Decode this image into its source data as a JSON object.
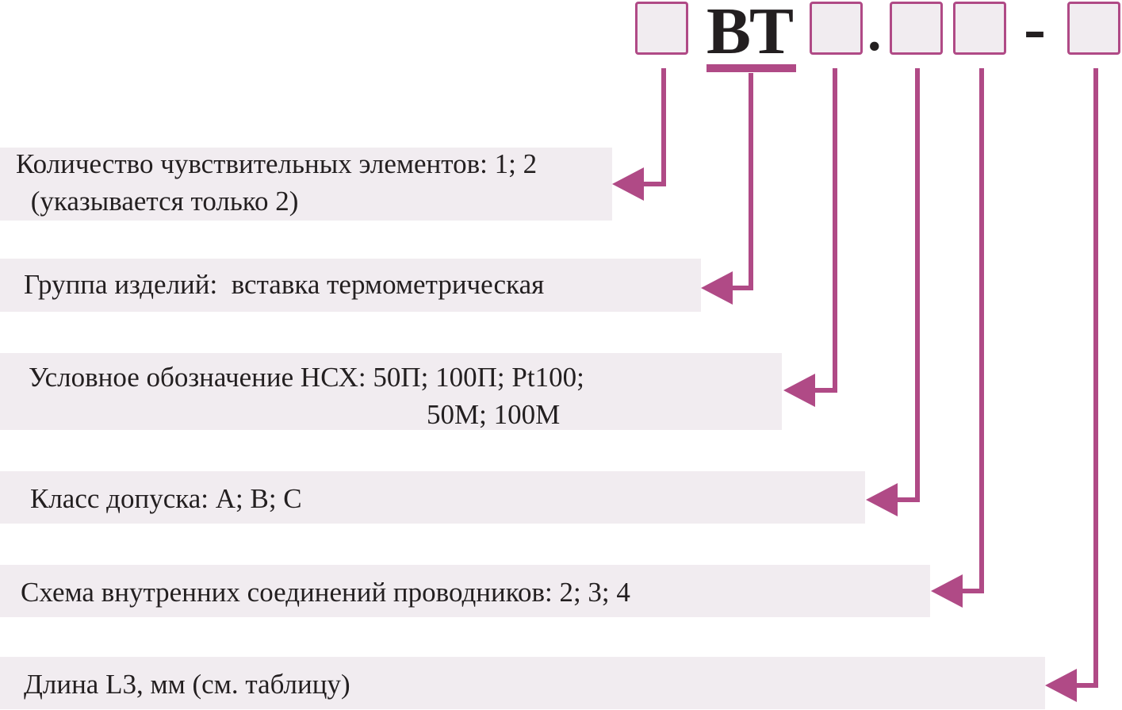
{
  "code": {
    "prefix": "BT",
    "dot": ".",
    "dash": "-"
  },
  "items": [
    {
      "line1": "Количество чувствительных элементов: 1; 2",
      "line2": " (указывается только 2)"
    },
    {
      "line1": "Группа изделий:  вставка термометрическая"
    },
    {
      "line1": "Условное обозначение НСХ: 50П; 100П; Pt100;",
      "line2": "50М; 100М"
    },
    {
      "line1": "Класс допуска: А; В; С"
    },
    {
      "line1": "Схема внутренних соединений проводников: 2; 3; 4"
    },
    {
      "line1": "Длина L3, мм (см. таблицу)"
    }
  ],
  "colors": {
    "accent": "#b04a86",
    "panel": "#f1ecf0",
    "text": "#231f20"
  }
}
